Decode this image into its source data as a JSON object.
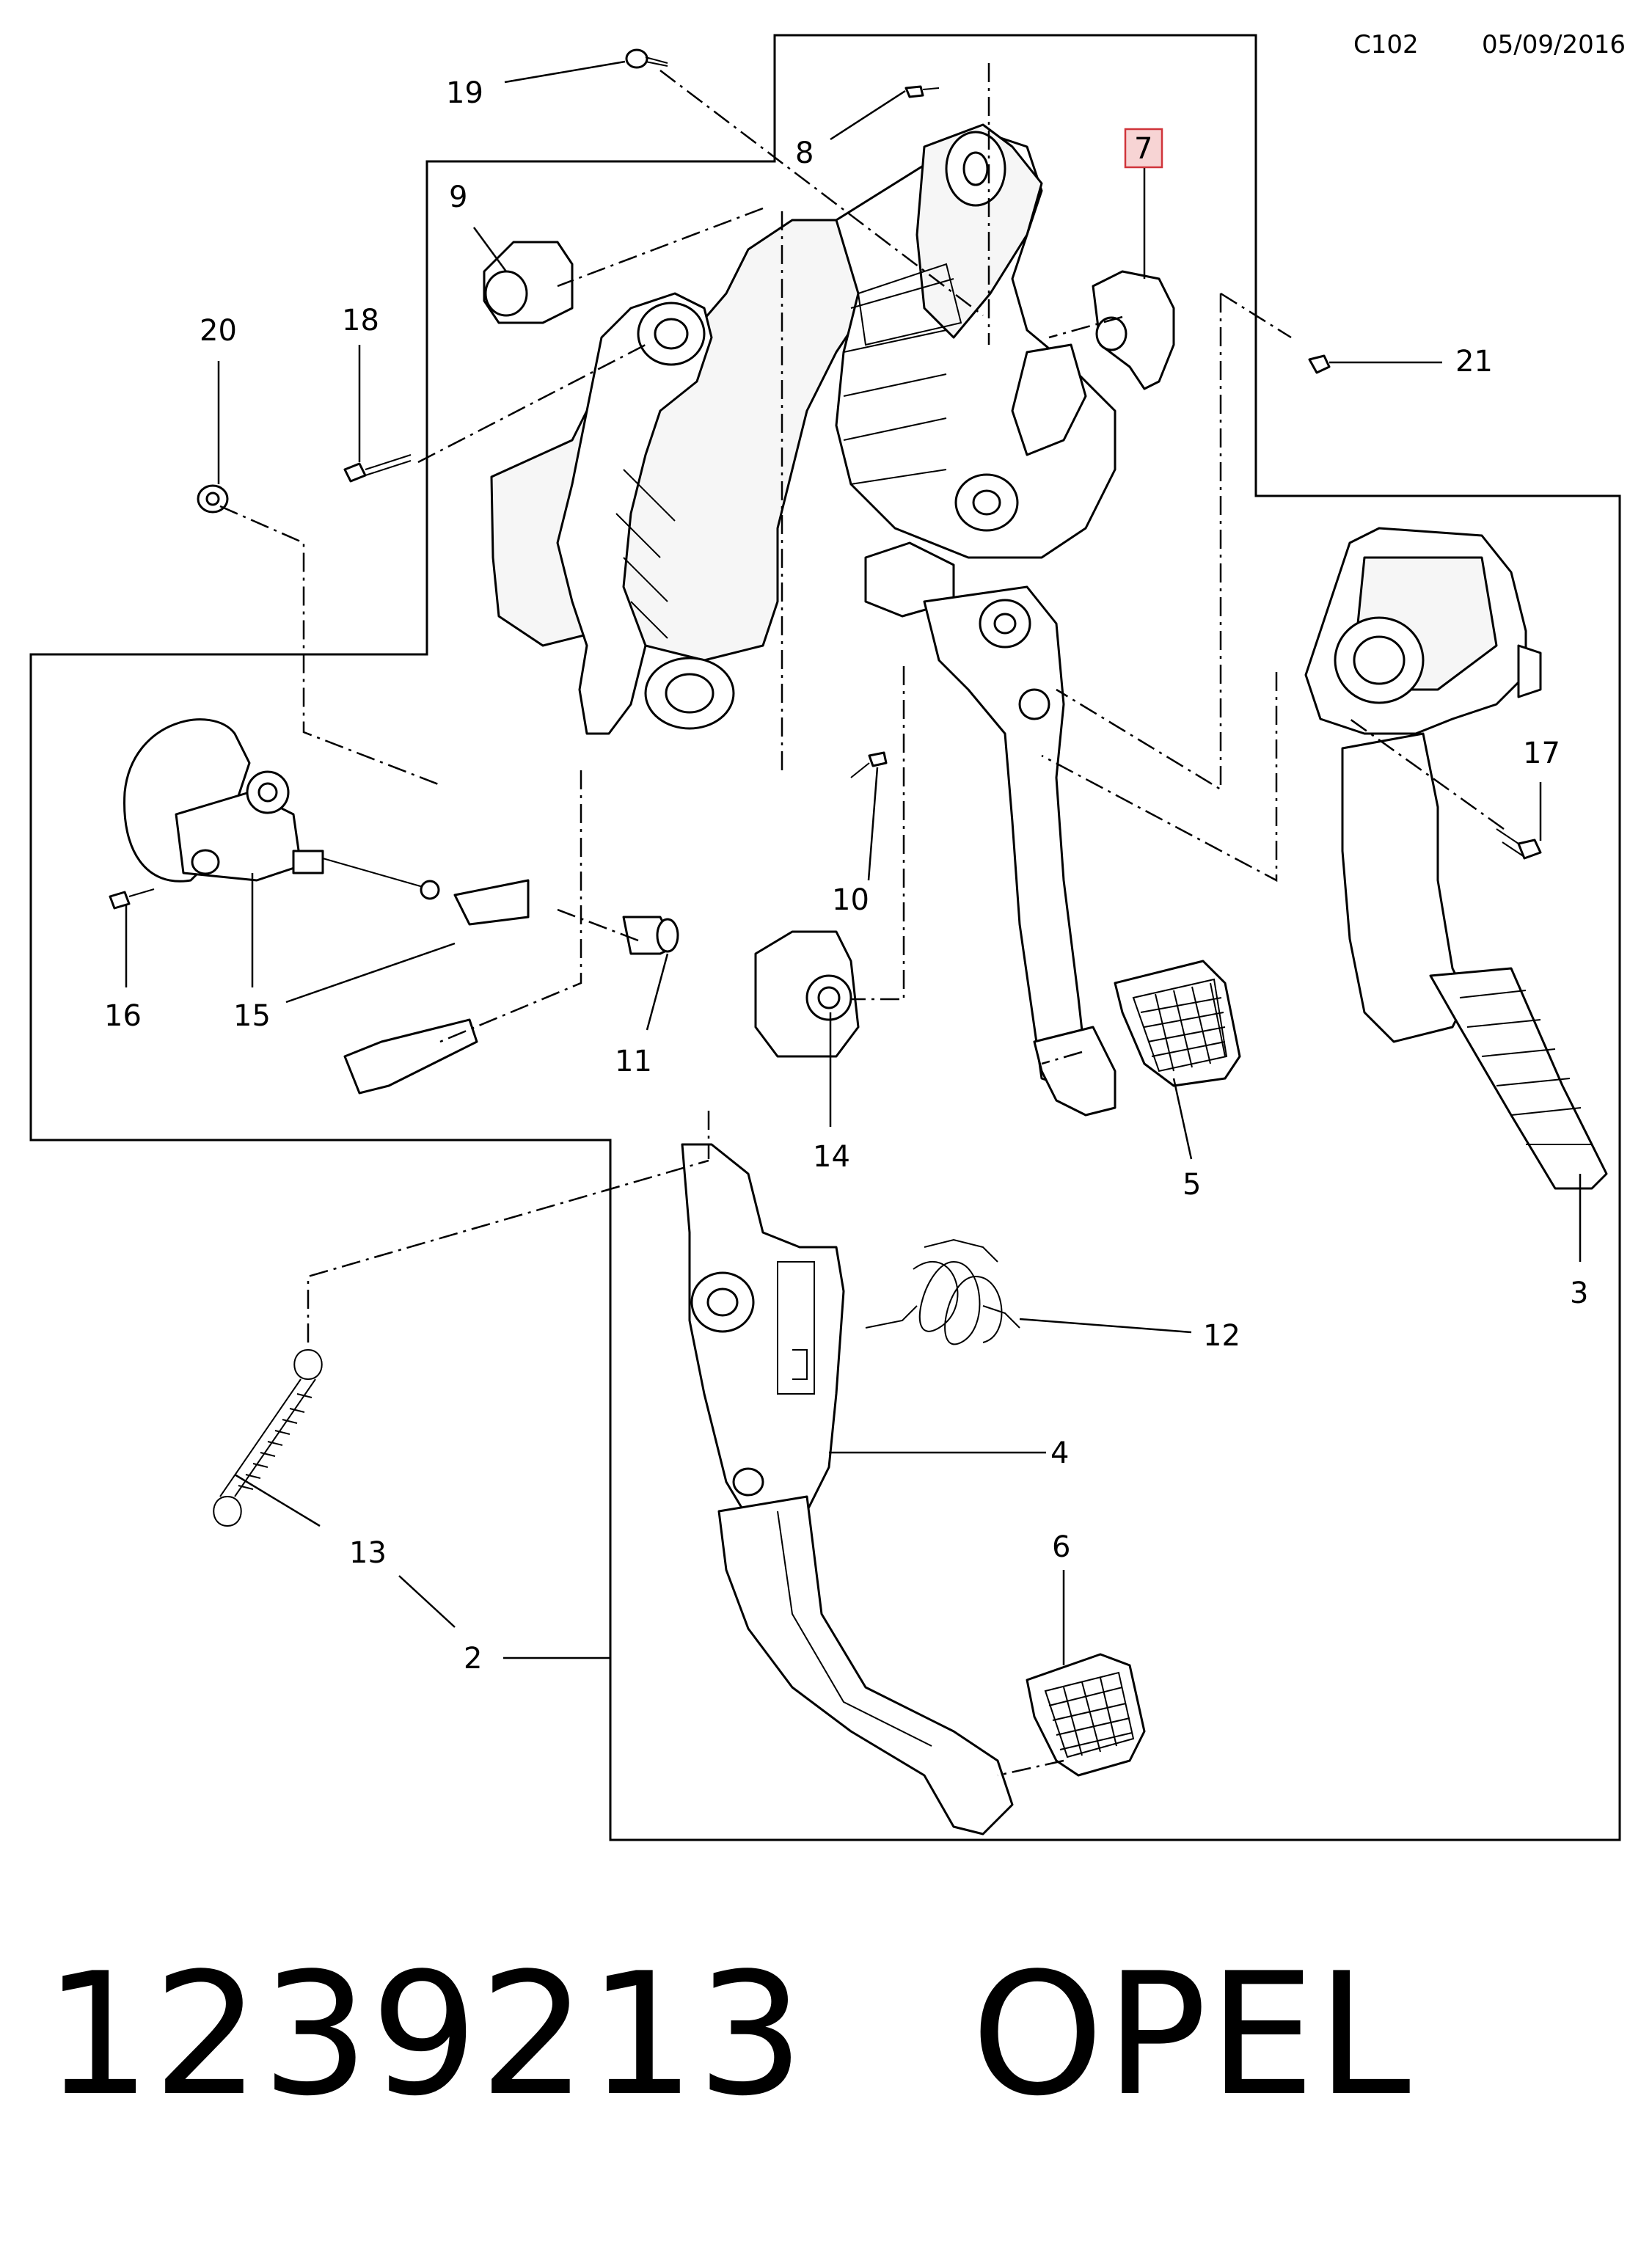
{
  "header": {
    "code": "C102",
    "date": "05/09/2016"
  },
  "callouts": [
    {
      "id": "19",
      "text": "19"
    },
    {
      "id": "8",
      "text": "8"
    },
    {
      "id": "7",
      "text": "7",
      "highlighted": true
    },
    {
      "id": "9",
      "text": "9"
    },
    {
      "id": "20",
      "text": "20"
    },
    {
      "id": "18",
      "text": "18"
    },
    {
      "id": "21",
      "text": "21"
    },
    {
      "id": "17",
      "text": "17"
    },
    {
      "id": "10",
      "text": "10"
    },
    {
      "id": "16",
      "text": "16"
    },
    {
      "id": "15",
      "text": "15"
    },
    {
      "id": "11",
      "text": "11"
    },
    {
      "id": "14",
      "text": "14"
    },
    {
      "id": "5",
      "text": "5"
    },
    {
      "id": "3",
      "text": "3"
    },
    {
      "id": "12",
      "text": "12"
    },
    {
      "id": "4",
      "text": "4"
    },
    {
      "id": "13",
      "text": "13"
    },
    {
      "id": "6",
      "text": "6"
    },
    {
      "id": "2",
      "text": "2"
    }
  ],
  "highlight_color": "#d0343a",
  "highlight_fill": "#f7d4d4",
  "footer": {
    "part_number": "1239213",
    "brand": "OPEL"
  }
}
